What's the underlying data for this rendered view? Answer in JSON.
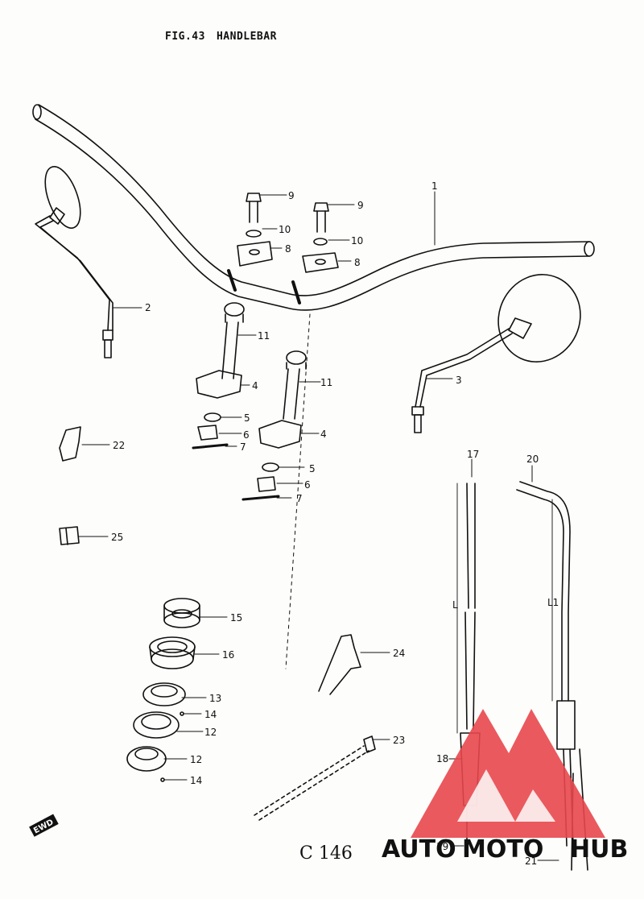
{
  "figure": {
    "fig": "FIG.43",
    "name": "HANDLEBAR"
  },
  "callouts": [
    "1",
    "2",
    "3",
    "4",
    "4",
    "5",
    "5",
    "6",
    "6",
    "7",
    "7",
    "8",
    "8",
    "9",
    "9",
    "10",
    "10",
    "11",
    "11",
    "12",
    "12",
    "13",
    "14",
    "14",
    "15",
    "16",
    "17",
    "18",
    "19",
    "20",
    "21",
    "22",
    "23",
    "24",
    "25"
  ],
  "dims": {
    "l": "L",
    "l1": "L1"
  },
  "page_number": "C 146",
  "stamp": "EWD",
  "watermark": {
    "part1": "AUTO",
    "part2": "MOTO",
    "part3": "HUB",
    "color_red": "#e8474c",
    "color_orange": "#f0a640",
    "color_grey": "#5c5c5c"
  }
}
